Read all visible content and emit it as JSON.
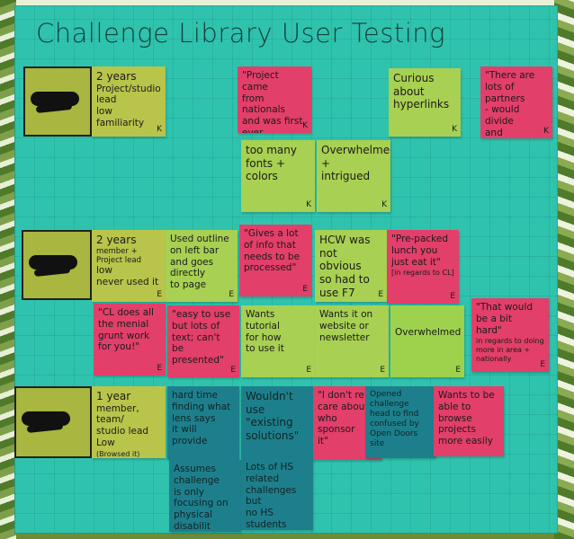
{
  "title": "Challenge Library User Testing",
  "rows": [
    {
      "persona": {
        "tenure": "2 years",
        "role": "Project/studio\nlead",
        "familiarity": "low familiarity",
        "initial": "K"
      },
      "notes": [
        {
          "text": "\"Project came\nfrom nationals\nand was first ever\nreal project w/\ndeadlines + goals\"",
          "initial": "K"
        },
        {
          "text": "Curious\nabout\nhyperlinks",
          "initial": "K"
        },
        {
          "text": "\"There are\nlots of partners\n- would divide\nand conquer\"",
          "initial": "K"
        },
        {
          "text": "too many\nfonts +\ncolors",
          "initial": "K"
        },
        {
          "text": "Overwhelmed\n+\nintrigued",
          "initial": "K"
        }
      ]
    },
    {
      "persona": {
        "tenure": "2 years",
        "role": "member + Project lead",
        "familiarity": "low\nnever used it",
        "initial": "E"
      },
      "notes": [
        {
          "text": "Used outline\non left bar\nand goes directly\nto page",
          "initial": "E"
        },
        {
          "text": "\"Gives a lot\nof info that\nneeds to be\nprocessed\"",
          "initial": "E"
        },
        {
          "text": "HCW was\nnot obvious\nso had to\nuse F7",
          "initial": "E"
        },
        {
          "text": "\"Pre-packed\nlunch you\njust eat it\"",
          "sub": "[in regards to CL]",
          "initial": "E"
        },
        {
          "text": "\"CL does all\nthe menial\ngrunt work\nfor you!\"",
          "initial": "E"
        },
        {
          "text": "\"easy to use\nbut lots of\ntext; can't\nbe presented\"",
          "initial": "E"
        },
        {
          "text": "Wants tutorial\nfor how\nto use it",
          "initial": "E"
        },
        {
          "text": "Wants it on\nwebsite or\nnewsletter",
          "initial": "E"
        },
        {
          "text": "Overwhelmed",
          "initial": "E"
        },
        {
          "text": "\"That would\nbe a bit\nhard\"",
          "sub": "in regards to doing\nmore in area +\nnationally",
          "initial": "E"
        }
      ]
    },
    {
      "persona": {
        "tenure": "1 year",
        "role": "member, team/\nstudio lead",
        "familiarity": "Low",
        "sub": "(Browsed it)",
        "initial": ""
      },
      "notes": [
        {
          "text": "hard time\nfinding what\nlens says\nit will provide",
          "initial": ""
        },
        {
          "text": "Wouldn't\nuse\n\"existing\nsolutions\"",
          "initial": ""
        },
        {
          "text": "\"I don't re\ncare about\nwho sponsor\nit\"",
          "initial": ""
        },
        {
          "text": "Opened challenge\nhead to find\nconfused by\nOpen Doors\nsite",
          "initial": ""
        },
        {
          "text": "Wants to be\nable to\nbrowse projects\nmore easily",
          "initial": ""
        },
        {
          "text": "Assumes\nchallenge\nis only\nfocusing on\nphysical disabilit",
          "initial": ""
        },
        {
          "text": "Lots of HS\nrelated\nchallenges but\nno HS students\nnear Rice",
          "initial": ""
        }
      ]
    }
  ]
}
